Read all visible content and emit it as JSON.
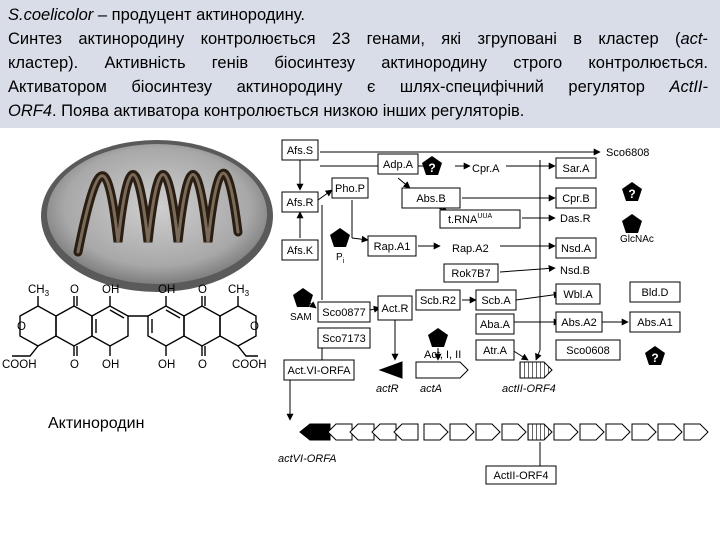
{
  "header": {
    "line1_italic": "S.coelicolor",
    "line1_rest": " – продуцент актинородину.",
    "line2_a": "Синтез актинородину контролюється 23 генами, які згруповані в кластер (",
    "line2_b": "act",
    "line2_c": "-",
    "line3": "кластер). Активність генів біосинтезу актинородину строго контролюється.",
    "line4_a": "Активатором біосинтезу актинородину є шлях-специфічний регулятор ",
    "line4_b": "ActII-",
    "line5_a": "ORF4",
    "line5_b": ". Поява активатора контролюється низкою інших регуляторів."
  },
  "molecule": {
    "caption": "Актинородин",
    "labels": {
      "ch3": "CH",
      "sub3": "3",
      "o": "O",
      "oh": "OH",
      "cooh": "COOH"
    }
  },
  "scheme": {
    "boxes": {
      "afss": "Afs.S",
      "afsr": "Afs.R",
      "afsk": "Afs.K",
      "adpa": "Adp.A",
      "phop": "Pho.P",
      "cpra": "Cpr.A",
      "absb": "Abs.B",
      "trna": "t.RNA",
      "trna_sup": "UUA",
      "rapa1": "Rap.A1",
      "rapa2": "Rap.A2",
      "rok7b7": "Rok7B7",
      "sara": "Sar.A",
      "cprb": "Cpr.B",
      "dasr": "Das.R",
      "nsda": "Nsd.A",
      "nsdb": "Nsd.B",
      "wbla": "Wbl.A",
      "absa2": "Abs.A2",
      "sco0608": "Sco0608",
      "bldd": "Bld.D",
      "absa1": "Abs.A1",
      "sco6808": "Sco6808",
      "sco0877": "Sco0877",
      "actr": "Act.R",
      "scbr2": "Scb.R2",
      "scba": "Scb.A",
      "abaa": "Aba.A",
      "atra": "Atr.A",
      "sco7173": "Sco7173",
      "actvi_orfa": "Act.VI-ORFA"
    },
    "labels": {
      "pi": "P",
      "pi_sub": "i",
      "sam": "SAM",
      "glcnac": "GlcNAc",
      "act_1_2": "Act, I, II",
      "question": "?",
      "gene_actr": "actR",
      "gene_acta": "actA",
      "gene_actii_orf4": "actII-ORF4",
      "gene_actvi_orfa": "actVI-ORFA",
      "actii_orf4_box": "ActII-ORF4"
    }
  },
  "colors": {
    "header_bg": "#d9dde8",
    "ink": "#000000",
    "plate_bg": "#b9b9b9"
  }
}
